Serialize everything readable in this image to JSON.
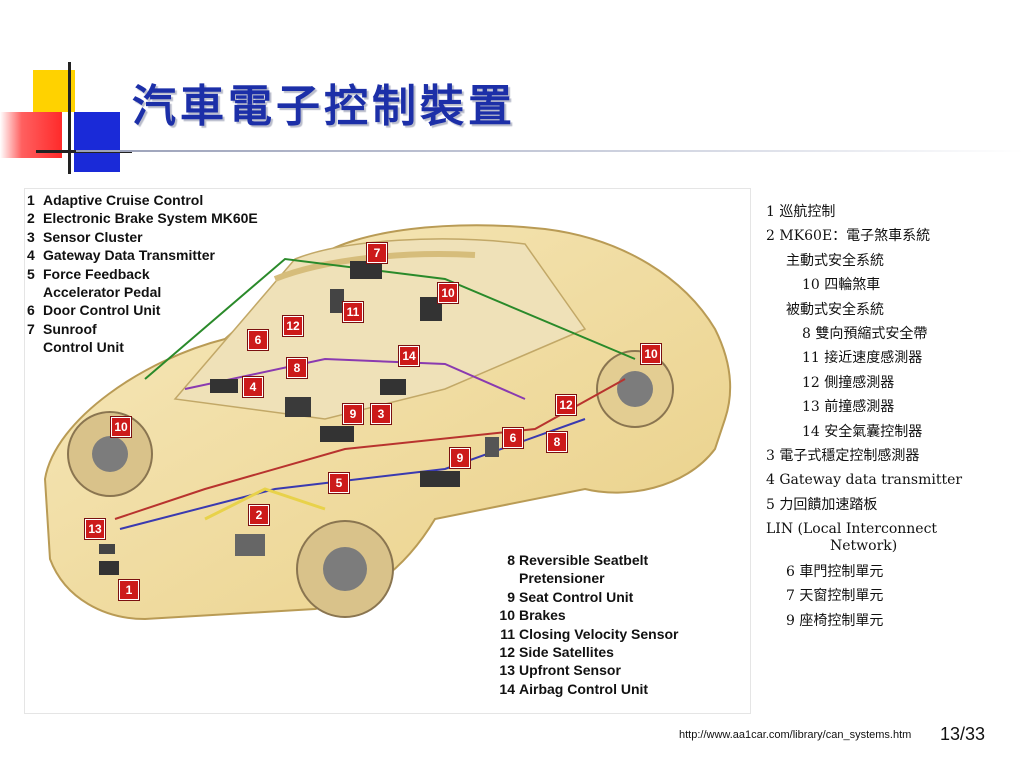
{
  "slide": {
    "title": "汽車電子控制裝置",
    "footer_url": "http://www.aa1car.com/library/can_systems.htm",
    "page_number": "13/33"
  },
  "figure": {
    "legend_top": [
      {
        "num": "1",
        "label": "Adaptive Cruise Control"
      },
      {
        "num": "2",
        "label": "Electronic Brake System MK60E"
      },
      {
        "num": "3",
        "label": "Sensor Cluster"
      },
      {
        "num": "4",
        "label": "Gateway Data Transmitter"
      },
      {
        "num": "5",
        "label": "Force Feedback",
        "cont": "Accelerator Pedal"
      },
      {
        "num": "6",
        "label": "Door Control Unit"
      },
      {
        "num": "7",
        "label": "Sunroof",
        "cont": "Control Unit"
      }
    ],
    "legend_bottom": [
      {
        "num": "8",
        "label": "Reversible Seatbelt",
        "cont": "Pretensioner"
      },
      {
        "num": "9",
        "label": "Seat Control Unit"
      },
      {
        "num": "10",
        "label": "Brakes"
      },
      {
        "num": "11",
        "label": "Closing Velocity Sensor"
      },
      {
        "num": "12",
        "label": "Side Satellites"
      },
      {
        "num": "13",
        "label": "Upfront Sensor"
      },
      {
        "num": "14",
        "label": "Airbag Control Unit"
      }
    ],
    "callouts": [
      "7",
      "10",
      "11",
      "12",
      "6",
      "8",
      "14",
      "4",
      "9",
      "3",
      "10",
      "12",
      "6",
      "8",
      "9",
      "5",
      "2",
      "10",
      "13",
      "1"
    ]
  },
  "notes": [
    {
      "text": "1 巡航控制",
      "level": 0
    },
    {
      "text": "2 MK60E：電子煞車系統",
      "level": 0
    },
    {
      "text": "主動式安全系統",
      "level": 1
    },
    {
      "text": "10 四輪煞車",
      "level": 2
    },
    {
      "text": "被動式安全系統",
      "level": 1
    },
    {
      "text": "8 雙向預縮式安全帶",
      "level": 2
    },
    {
      "text": "11 接近速度感測器",
      "level": 2
    },
    {
      "text": "12 側撞感測器",
      "level": 2
    },
    {
      "text": "13 前撞感測器",
      "level": 2
    },
    {
      "text": "14 安全氣囊控制器",
      "level": 2
    },
    {
      "text": "3 電子式穩定控制感測器",
      "level": 0
    },
    {
      "text": "4 Gateway data transmitter",
      "level": 0
    },
    {
      "text": "5 力回饋加速踏板",
      "level": 0
    },
    {
      "text": "LIN (Local Interconnect",
      "level": 0
    },
    {
      "text": "Network)",
      "level": 3
    },
    {
      "text": "6 車門控制單元",
      "level": 1
    },
    {
      "text": "7 天窗控制單元",
      "level": 1
    },
    {
      "text": "9 座椅控制單元",
      "level": 1
    }
  ],
  "colors": {
    "title": "#1c2fa8",
    "callout": "#cc1a1a",
    "car_body": "#f3dfa3"
  }
}
